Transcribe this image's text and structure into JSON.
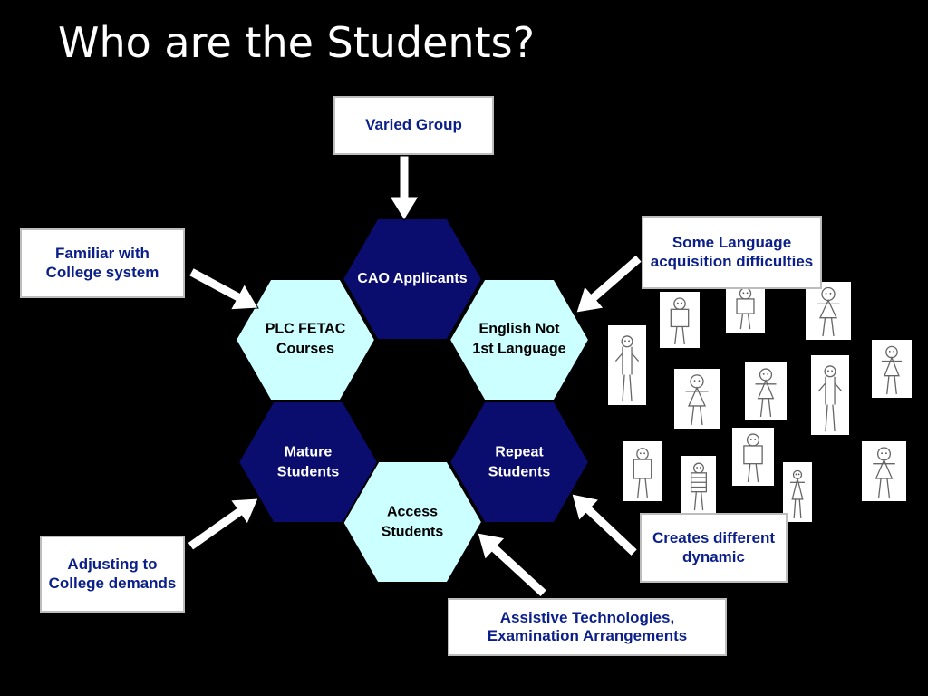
{
  "slide": {
    "title": "Who are the Students?"
  },
  "colors": {
    "background": "#000000",
    "dark_hex": "#0a0c6e",
    "light_hex": "#ccffff",
    "callout_text": "#0b1f8a"
  },
  "hexagons": [
    {
      "label": "CAO Applicants",
      "style": "dark"
    },
    {
      "label": "English Not 1st Language",
      "style": "light"
    },
    {
      "label": "Repeat Students",
      "style": "dark"
    },
    {
      "label": "Access Students",
      "style": "light"
    },
    {
      "label": "Mature Students",
      "style": "dark"
    },
    {
      "label": "PLC FETAC Courses",
      "style": "light"
    }
  ],
  "callouts": {
    "top": "Varied Group",
    "top_right": "Some Language acquisition difficulties",
    "left": "Familiar with College system",
    "bottom_left": "Adjusting to College demands",
    "bottom_right": "Creates different dynamic",
    "bottom": "Assistive Technologies, Examination Arrangements"
  },
  "illustrations": "stick-figure student doodles"
}
